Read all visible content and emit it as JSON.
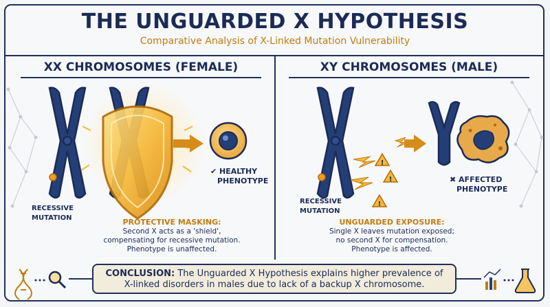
{
  "title": "THE UNGUARDED X HYPOTHESIS",
  "subtitle": "Comparative Analysis of X-Linked Mutation Vulnerability",
  "left_panel": {
    "heading": "XX CHROMOSOMES (FEMALE)",
    "mutation_label_1": "RECESSIVE",
    "mutation_label_2": "MUTATION",
    "phenotype_label_1": "✔ HEALTHY",
    "phenotype_label_2": "PHENOTYPE",
    "desc_title": "PROTECTIVE MASKING:",
    "desc_line_1": "Second X acts as a 'shield',",
    "desc_line_2": "compensating for recessive mutation.",
    "desc_line_3": "Phenotype is unaffected."
  },
  "right_panel": {
    "heading": "XY CHROMOSOMES (MALE)",
    "mutation_label_1": "RECESSIVE",
    "mutation_label_2": "MUTATION",
    "phenotype_label_1": "✖ AFFECTED",
    "phenotype_label_2": "PHENOTYPE",
    "desc_title": "UNGUARDED EXPOSURE:",
    "desc_line_1": "Single X leaves mutation exposed;",
    "desc_line_2": "no second X for compensation.",
    "desc_line_3": "Phenotype is affected."
  },
  "conclusion": {
    "lead": "CONCLUSION:",
    "line_1_rest": " The Unguarded X Hypothesis explains higher prevalence of",
    "line_2": "X-linked disorders in males due to lack of a backup X chromosome."
  },
  "icons": [
    "dna-icon",
    "magnifier-icon",
    "chart-icon",
    "flask-icon",
    "shield-icon",
    "warning-icon",
    "lightning-icon",
    "arrow-icon",
    "cell-icon"
  ],
  "colors": {
    "navy": "#1b2b55",
    "chromosome": "#243f78",
    "accent": "#c27c0e",
    "shield": "#f2b634",
    "healthy_cell": "#f5c560",
    "mutation": "#f0a020"
  }
}
